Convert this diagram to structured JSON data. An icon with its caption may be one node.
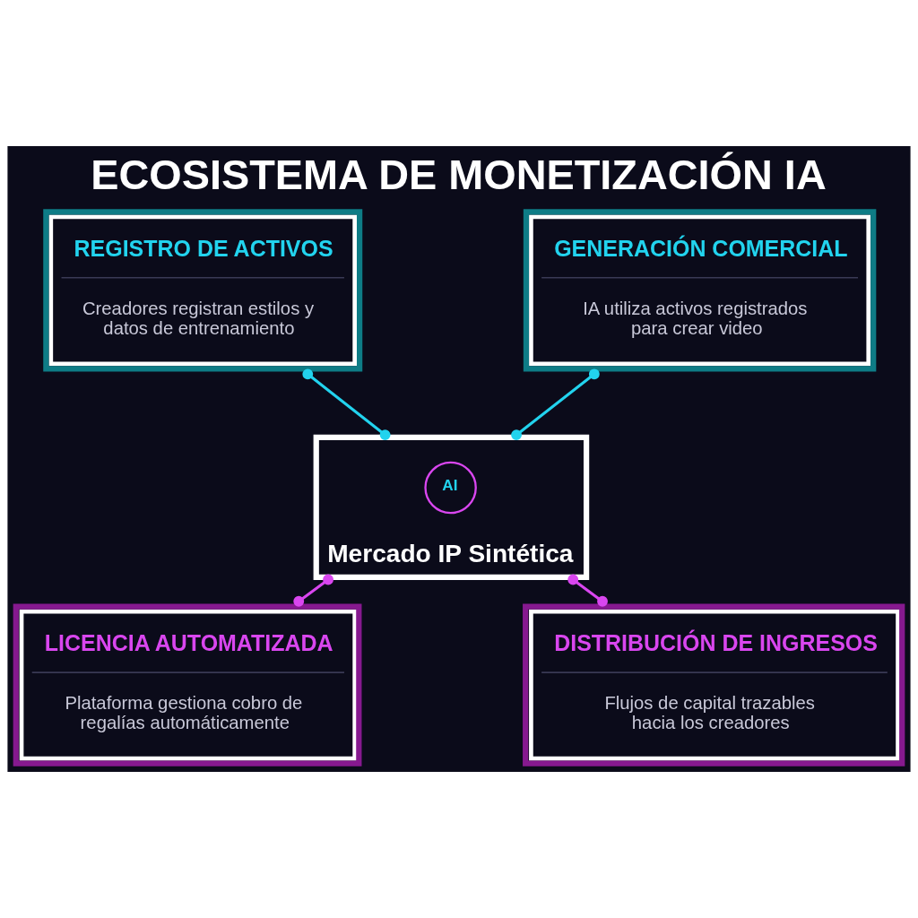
{
  "diagram": {
    "title": "ECOSISTEMA DE MONETIZACIÓN IA",
    "nodes": [
      {
        "text": [
          "REGISTRO DE ACTIVOS",
          "Creadores registran estilos y datos de entrenamiento"
        ]
      },
      {
        "text": [
          "GENERACIÓN COMERCIAL",
          "IA utiliza activos registrados para crear video"
        ]
      },
      {
        "text": [
          "Mercado IP Sintética"
        ]
      },
      {
        "text": [
          "AI"
        ],
        "in": 2
      },
      {
        "text": [
          "LICENCIA AUTOMATIZADA",
          "Plataforma gestiona cobro de regalías automáticamente"
        ]
      },
      {
        "text": [
          "DISTRIBUCIÓN DE INGRESOS",
          "Flujos de capital trazables hacia los creadores"
        ]
      }
    ],
    "edges": [
      {
        "from": 0,
        "to": 2,
        "arrow": "other",
        "color": "#22d3ee"
      },
      {
        "from": 1,
        "to": 2,
        "arrow": "other",
        "color": "#22d3ee"
      },
      {
        "from": 2,
        "to": 4,
        "arrow": "other",
        "color": "#d946ef"
      },
      {
        "from": 2,
        "to": 5,
        "arrow": "other",
        "color": "#d946ef"
      }
    ]
  }
}
